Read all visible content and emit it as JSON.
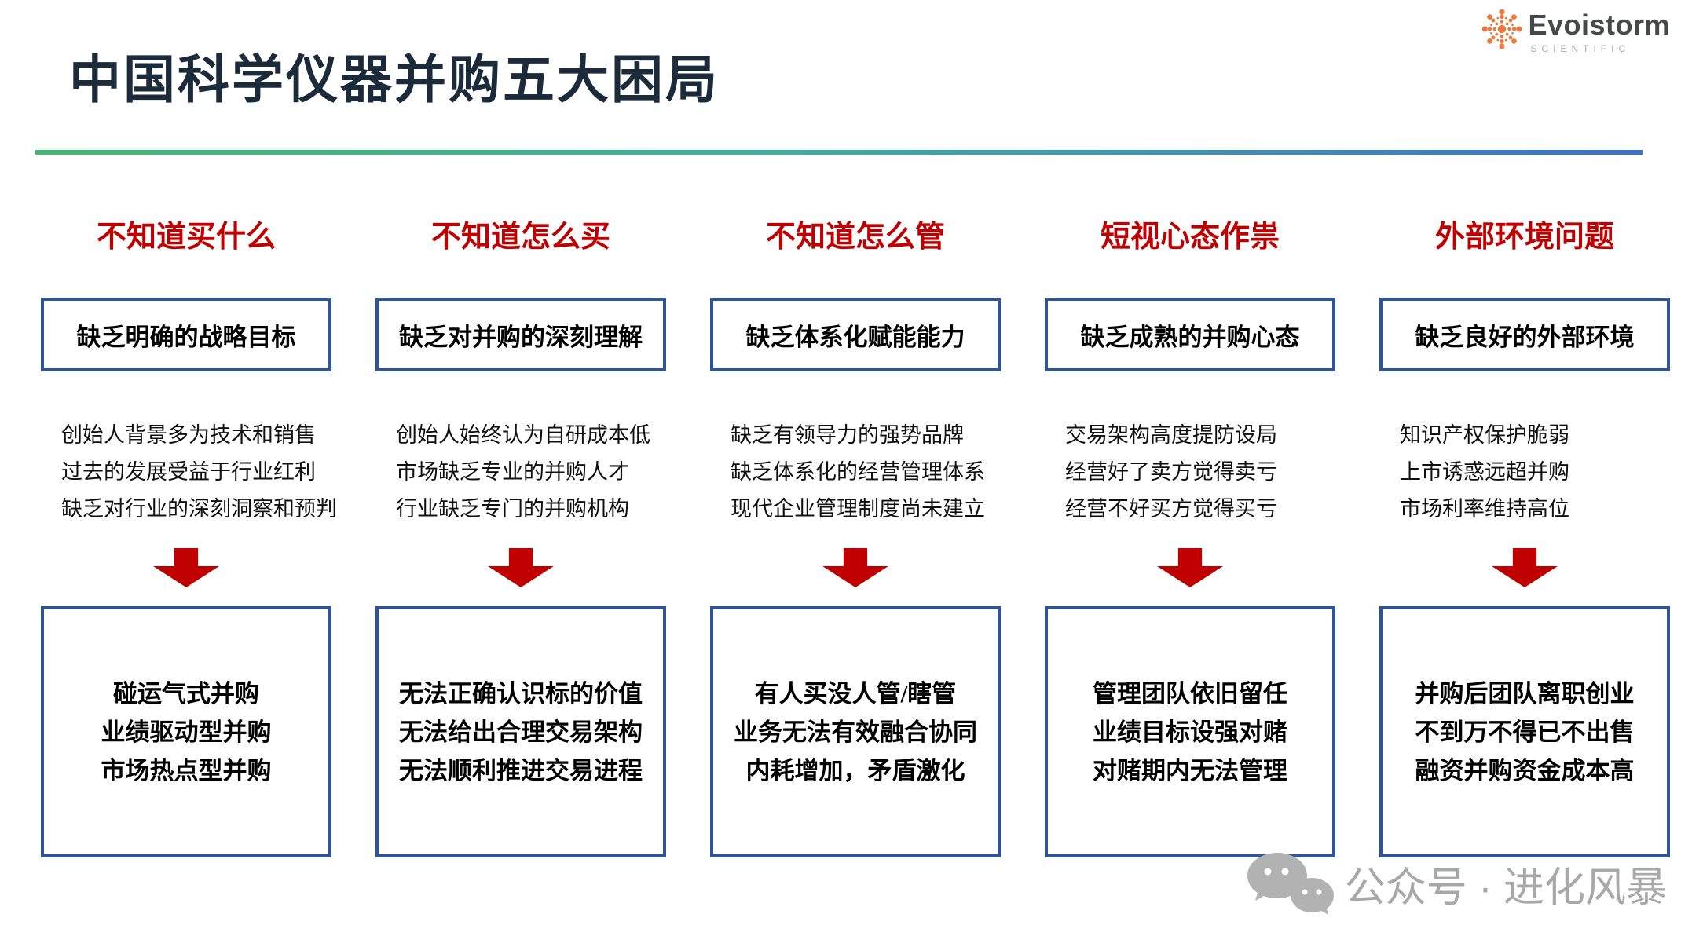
{
  "title": "中国科学仪器并购五大困局",
  "logo": {
    "name": "Evoistorm",
    "subtitle": "SCIENTIFIC"
  },
  "watermark": {
    "text": "公众号 · 进化风暴"
  },
  "colors": {
    "accent_red": "#C00000",
    "box_border_blue": "#2F5597",
    "title_navy": "#1C2B39",
    "divider_green": "#3FBB6E",
    "divider_blue": "#3A70D2",
    "logo_orange": "#E87A3D",
    "watermark_gray": "#A8A8A8"
  },
  "columns": [
    {
      "header": "不知道买什么",
      "problem": "缺乏明确的战略目标",
      "causes": [
        "创始人背景多为技术和销售",
        "过去的发展受益于行业红利",
        "缺乏对行业的深刻洞察和预判"
      ],
      "consequences": [
        "碰运气式并购",
        "业绩驱动型并购",
        "市场热点型并购"
      ]
    },
    {
      "header": "不知道怎么买",
      "problem": "缺乏对并购的深刻理解",
      "causes": [
        "创始人始终认为自研成本低",
        "市场缺乏专业的并购人才",
        "行业缺乏专门的并购机构"
      ],
      "consequences": [
        "无法正确认识标的价值",
        "无法给出合理交易架构",
        "无法顺利推进交易进程"
      ]
    },
    {
      "header": "不知道怎么管",
      "problem": "缺乏体系化赋能能力",
      "causes": [
        "缺乏有领导力的强势品牌",
        "缺乏体系化的经营管理体系",
        "现代企业管理制度尚未建立"
      ],
      "consequences": [
        "有人买没人管/瞎管",
        "业务无法有效融合协同",
        "内耗增加，矛盾激化"
      ]
    },
    {
      "header": "短视心态作祟",
      "problem": "缺乏成熟的并购心态",
      "causes": [
        "交易架构高度提防设局",
        "经营好了卖方觉得卖亏",
        "经营不好买方觉得买亏"
      ],
      "consequences": [
        "管理团队依旧留任",
        "业绩目标设强对赌",
        "对赌期内无法管理"
      ]
    },
    {
      "header": "外部环境问题",
      "problem": "缺乏良好的外部环境",
      "causes": [
        "知识产权保护脆弱",
        "上市诱惑远超并购",
        "市场利率维持高位"
      ],
      "consequences": [
        "并购后团队离职创业",
        "不到万不得已不出售",
        "融资并购资金成本高"
      ]
    }
  ]
}
